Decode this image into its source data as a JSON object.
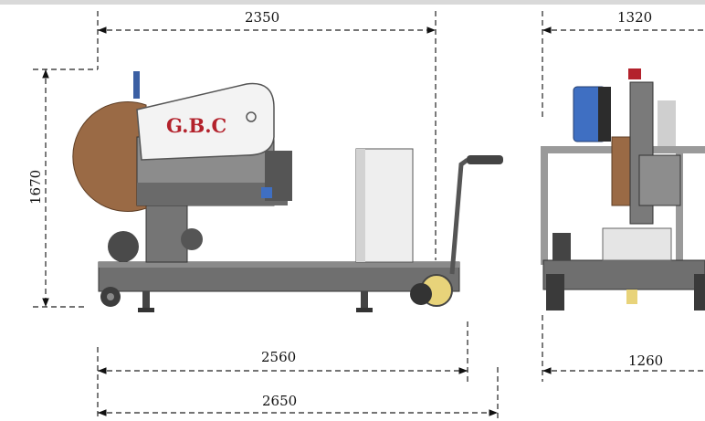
{
  "dimensions": {
    "side_top": "2350",
    "side_height": "1670",
    "side_base": "2560",
    "side_overall": "2650",
    "front_top": "1320",
    "front_base": "1260"
  },
  "logo": {
    "text": "G.B.C"
  },
  "colors": {
    "blade": "#9a6a45",
    "machine_grey": "#8c8c8c",
    "frame": "#6e6e6e",
    "motor_blue": "#3f6fc2",
    "logo_red": "#b3222c",
    "cabinet": "#eeeeee"
  }
}
